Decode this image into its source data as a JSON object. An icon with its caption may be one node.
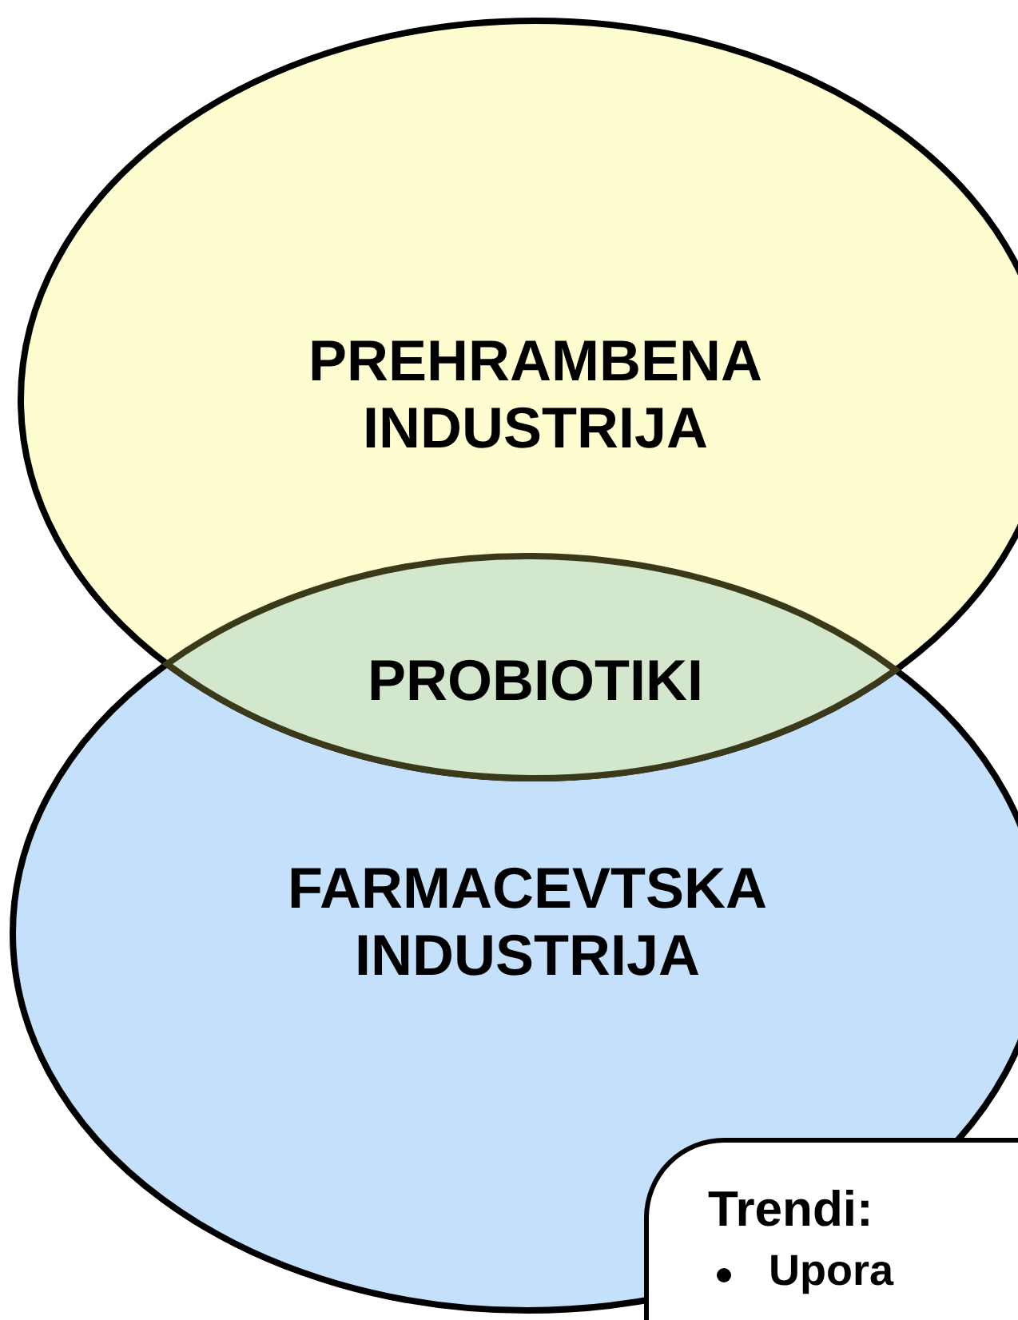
{
  "diagram": {
    "nodes": [
      {
        "text": [
          "PREHRAMBENA INDUSTRIJA"
        ]
      },
      {
        "text": [
          "FARMACEVTSKA INDUSTRIJA"
        ]
      },
      {
        "text": [
          "PROBIOTIKI"
        ]
      },
      {
        "text": [
          "Trendi:",
          "Upora"
        ]
      }
    ]
  }
}
